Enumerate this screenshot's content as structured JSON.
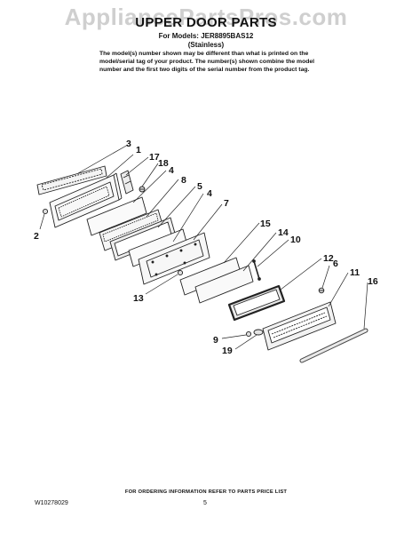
{
  "watermark": "AppliancePartsPros.com",
  "title": "UPPER DOOR PARTS",
  "models_line": "For Models: JER8895BAS12",
  "variant": "(Stainless)",
  "note_lines": [
    "The model(s) number shown may be different than what is printed on the",
    "model/serial tag of your product. The number(s) shown combine the model",
    "number and the first two digits of the serial number from the product tag."
  ],
  "callouts": {
    "c3": "3",
    "c1": "1",
    "c17": "17",
    "c18": "18",
    "c4a": "4",
    "c8": "8",
    "c5": "5",
    "c4b": "4",
    "c7": "7",
    "c2": "2",
    "c15": "15",
    "c14": "14",
    "c10": "10",
    "c12": "12",
    "c6": "6",
    "c11": "11",
    "c16": "16",
    "c13": "13",
    "c9": "9",
    "c19": "19"
  },
  "footer": {
    "ordering": "FOR ORDERING INFORMATION REFER TO PARTS PRICE LIST",
    "doc_number": "W10278029",
    "page_number": "5"
  }
}
